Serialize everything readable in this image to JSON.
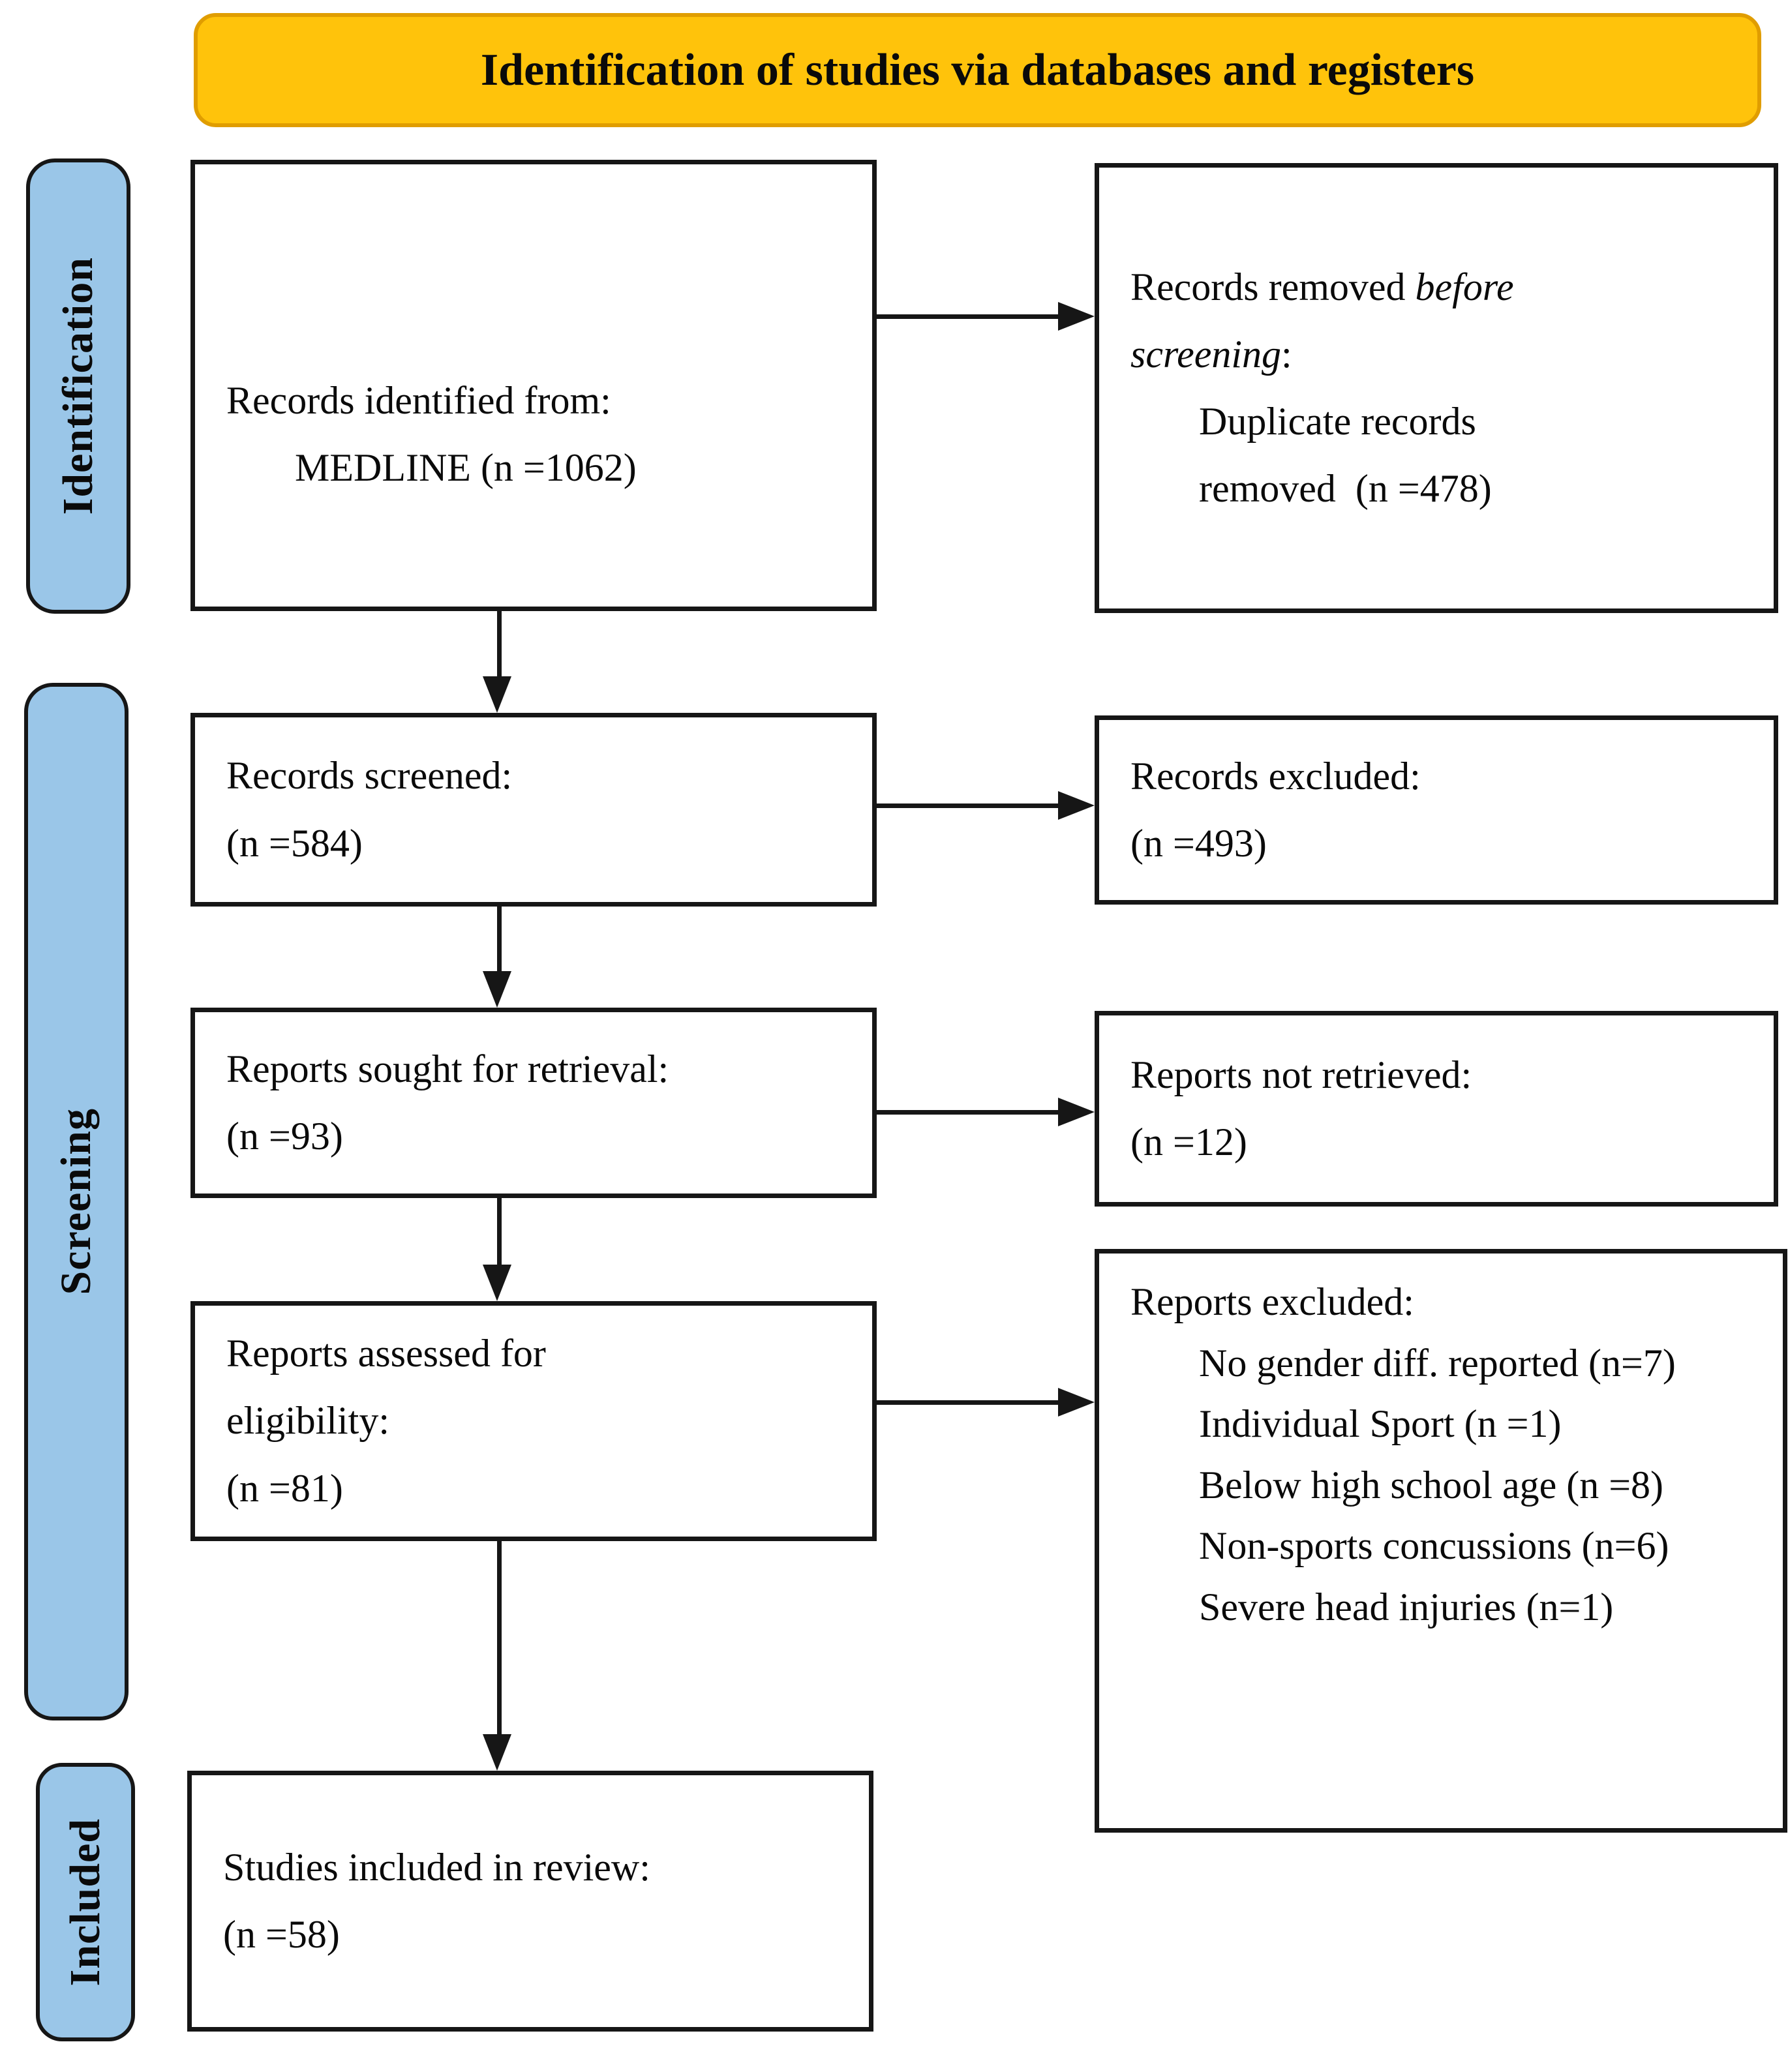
{
  "banner": {
    "title": "Identification of studies via databases and registers"
  },
  "sidebar": {
    "identification": "Identification",
    "screening": "Screening",
    "included": "Included"
  },
  "colors": {
    "banner_bg": "#FFC30B",
    "banner_border": "#E09D00",
    "stage_label_bg": "#9AC6E8",
    "box_border": "#161616"
  },
  "boxes": {
    "records_identified": {
      "line1": "Records identified from:",
      "line2": "MEDLINE (n =1062)"
    },
    "records_removed": {
      "line1_prefix": "Records removed ",
      "line1_italic": "before",
      "line2_italic": "screening",
      "line2_colon": ":",
      "item_line1": "Duplicate records",
      "item_line2": "removed  (n =478)"
    },
    "records_screened": {
      "line1": "Records screened:",
      "line2": "(n =584)"
    },
    "records_excluded": {
      "line1": "Records excluded:",
      "line2": "(n =493)"
    },
    "reports_sought": {
      "line1": "Reports sought for retrieval:",
      "line2": "(n =93)"
    },
    "reports_not_retrieved": {
      "line1": "Reports not retrieved:",
      "line2": "(n =12)"
    },
    "reports_assessed": {
      "line1": "Reports assessed for",
      "line2": "eligibility:",
      "line3": "(n =81)"
    },
    "reports_excluded": {
      "title": "Reports excluded:",
      "items": [
        "No gender diff. reported (n=7)",
        "Individual Sport (n =1)",
        "Below high school age (n =8)",
        "Non-sports concussions (n=6)",
        "Severe head injuries (n=1)"
      ]
    },
    "studies_included": {
      "line1": "Studies included in review:",
      "line2": "(n =58)"
    }
  }
}
